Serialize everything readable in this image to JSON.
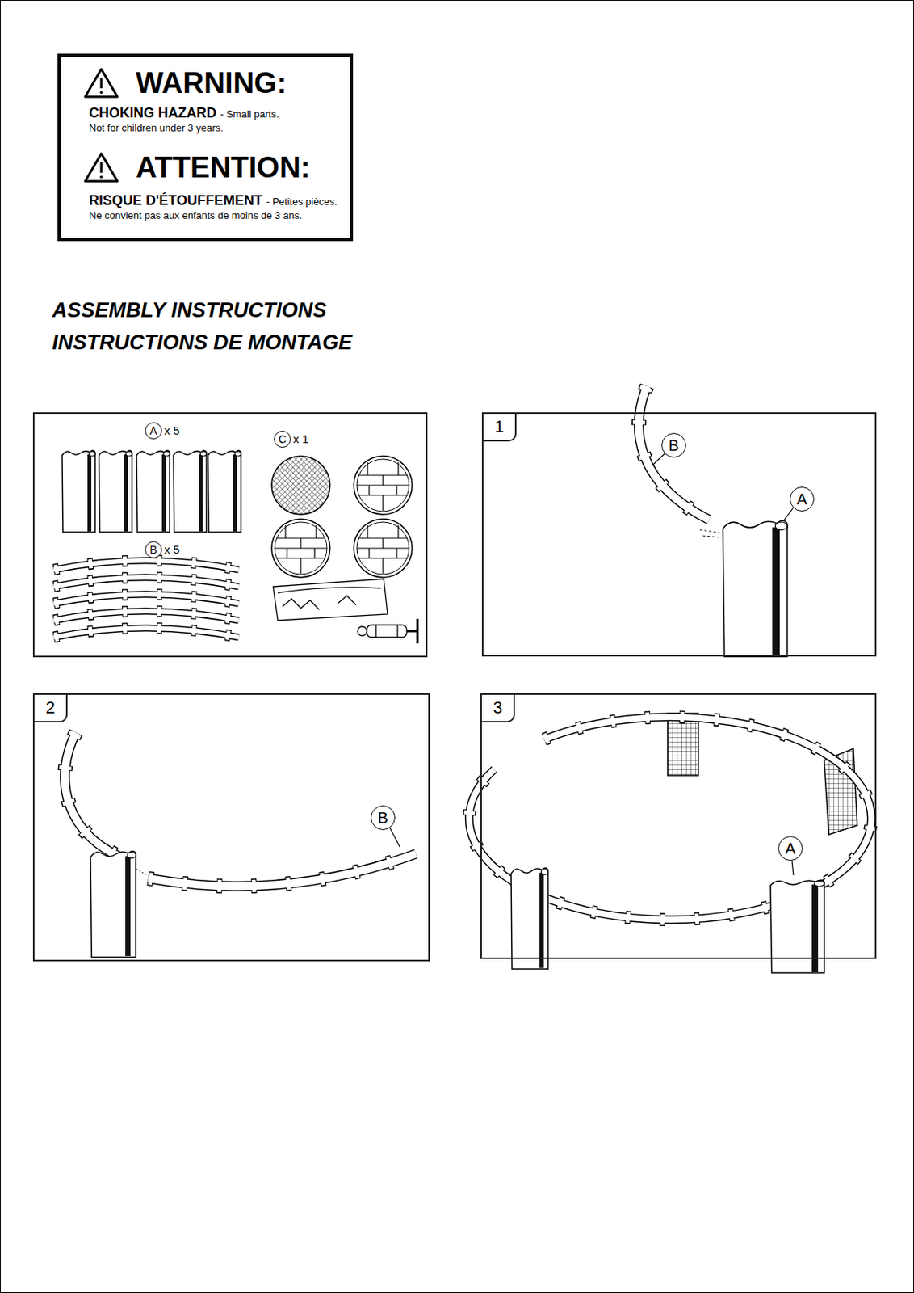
{
  "diagram": {
    "title": "ASSEMBLY INSTRUCTIONS",
    "nodes": [
      {
        "text": [
          "WARNING:",
          "CHOKING HAZARD",
          "- Small parts.",
          "Not for children under 3 years.",
          "ATTENTION:",
          "RISQUE D'ÉTOUFFEMENT",
          "- Petites pièces.",
          "Ne convient pas aux enfants de moins de 3 ans."
        ]
      },
      {
        "text": [
          "x 5",
          "x 5",
          "x 1"
        ]
      },
      {
        "text": [
          "A"
        ],
        "in": 1
      },
      {
        "text": [
          "B"
        ],
        "in": 1
      },
      {
        "text": [
          "C"
        ],
        "in": 1
      },
      {
        "text": [
          "1"
        ]
      },
      {
        "text": [
          "B"
        ],
        "in": 5
      },
      {
        "text": [
          "A"
        ],
        "in": 5
      },
      {
        "text": [
          "2"
        ]
      },
      {
        "text": [
          "B"
        ],
        "in": 8
      },
      {
        "text": [
          "3"
        ]
      },
      {
        "text": [
          "A"
        ],
        "in": 10
      }
    ],
    "labels": [
      "INSTRUCTIONS DE MONTAGE"
    ]
  }
}
